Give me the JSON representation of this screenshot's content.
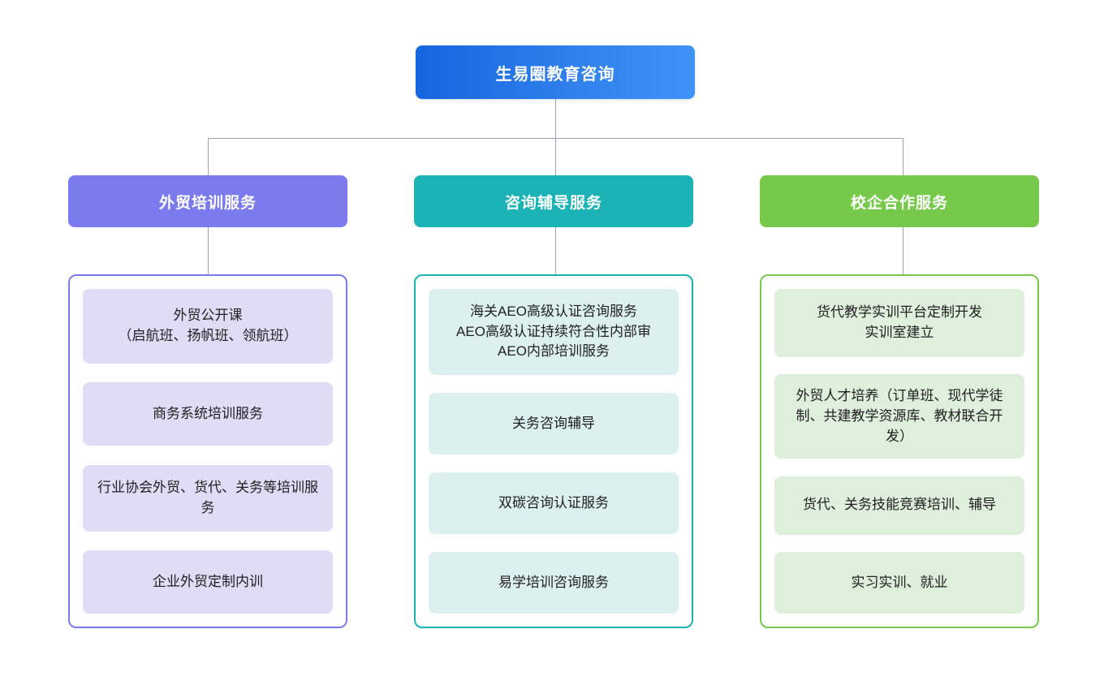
{
  "diagram": {
    "type": "organization-chart",
    "root": {
      "label": "生易圈教育咨询",
      "color": "#2f80ec",
      "gradient_from": "#1565e0",
      "gradient_to": "#3f93f6"
    },
    "connector_color": "#9aa7b2",
    "columns": [
      {
        "id": "training",
        "header": "外贸培训服务",
        "header_color": "#7b7bee",
        "border_color": "#7b7bee",
        "card_color": "#dfdcf5",
        "items": [
          "外贸公开课\n（启航班、扬帆班、领航班）",
          "商务系统培训服务",
          "行业协会外贸、货代、关务等培训服务",
          "企业外贸定制内训"
        ]
      },
      {
        "id": "consulting",
        "header": "咨询辅导服务",
        "header_color": "#1bb3b5",
        "border_color": "#1bb3b5",
        "card_color": "#dcf0ef",
        "items": [
          "海关AEO高级认证咨询服务\nAEO高级认证持续符合性内部审\nAEO内部培训服务",
          "关务咨询辅导",
          "双碳咨询认证服务",
          "易学培训咨询服务"
        ]
      },
      {
        "id": "school-enterprise",
        "header": "校企合作服务",
        "header_color": "#76c94a",
        "border_color": "#76c94a",
        "card_color": "#deefdc",
        "items": [
          "货代教学实训平台定制开发\n实训室建立",
          "外贸人才培养（订单班、现代学徒制、共建教学资源库、教材联合开发）",
          "货代、关务技能竞赛培训、辅导",
          "实习实训、就业"
        ]
      }
    ]
  }
}
